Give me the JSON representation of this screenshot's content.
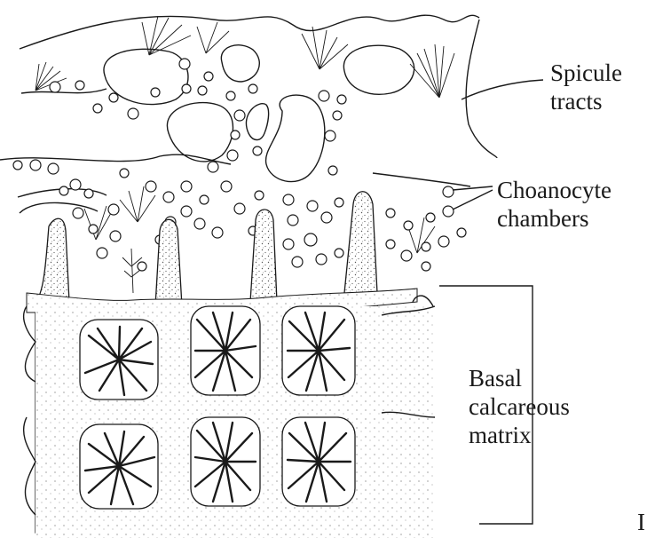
{
  "labels": {
    "spicule": [
      "Spicule",
      "tracts"
    ],
    "choanocyte": [
      "Choanocyte",
      "chambers"
    ],
    "basal": [
      "Basal",
      "calcareous",
      "matrix"
    ],
    "edge_fragment": "I"
  },
  "colors": {
    "ink": "#1a1a1a",
    "paper": "#ffffff",
    "stipple": "#555555"
  }
}
